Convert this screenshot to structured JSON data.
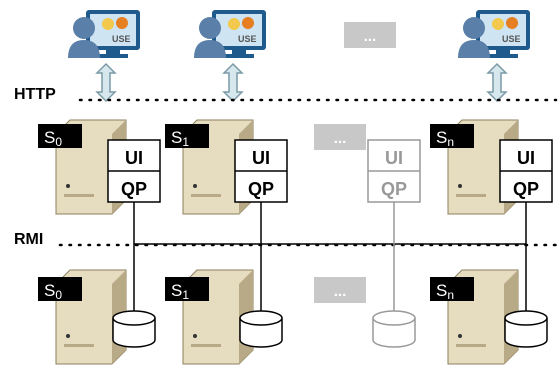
{
  "labels": {
    "http": "HTTP",
    "rmi": "RMI",
    "ellipsis": "..."
  },
  "clients": [
    {
      "screen_text": "USE"
    },
    {
      "screen_text": "USE"
    },
    {
      "screen_text": "USE"
    }
  ],
  "front_servers": [
    {
      "name": "S",
      "sub": "0",
      "ui": "UI",
      "qp": "QP",
      "state": "active"
    },
    {
      "name": "S",
      "sub": "1",
      "ui": "UI",
      "qp": "QP",
      "state": "active"
    },
    {
      "name": "",
      "sub": "",
      "ui": "UI",
      "qp": "QP",
      "state": "ghost"
    },
    {
      "name": "S",
      "sub": "n",
      "ui": "UI",
      "qp": "QP",
      "state": "active"
    }
  ],
  "back_servers": [
    {
      "name": "S",
      "sub": "0",
      "state": "active"
    },
    {
      "name": "S",
      "sub": "1",
      "state": "active"
    },
    {
      "name": "",
      "sub": "",
      "state": "ghost"
    },
    {
      "name": "S",
      "sub": "n",
      "state": "active"
    }
  ],
  "colors": {
    "line": "#000000",
    "ghost": "#999999",
    "ellipsis_box": "#c8c8c8",
    "server_body": "#e6dcc0",
    "server_dark": "#b8aa86",
    "arrow_fill": "#d6e8ee",
    "arrow_stroke": "#7a9aa6",
    "monitor_frame": "#1f5a8c",
    "monitor_screen": "#cfe4f3",
    "user_fill": "#5a7fa8"
  }
}
